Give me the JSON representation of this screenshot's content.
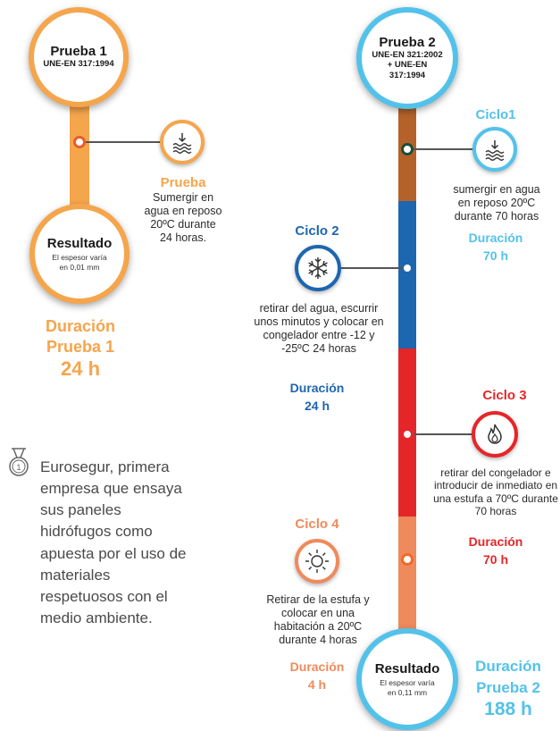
{
  "colors": {
    "orange": "#f5a54c",
    "blue": "#53c2ea",
    "brown": "#b5622a",
    "navy": "#1d66b0",
    "red": "#e52629",
    "salmon": "#ef8a5c",
    "darkgreen": "#1e4d3b"
  },
  "left": {
    "test_title": "Prueba 1",
    "test_norm": "UNE-EN 317:1994",
    "step_label": "Prueba",
    "step_text": "Sumergir en agua en reposo 20ºC durante 24 horas.",
    "result_title": "Resultado",
    "result_text": "El espesor varía en 0,01 mm",
    "duration_label": "Duración",
    "duration_sub": "Prueba 1",
    "duration_value": "24 h"
  },
  "right": {
    "test_title": "Prueba 2",
    "test_norm": "UNE-EN 321:2002 + UNE-EN 317:1994",
    "cycle1": {
      "label": "Ciclo1",
      "text": "sumergir en agua en reposo 20ºC durante 70 horas",
      "duration_label": "Duración",
      "duration_value": "70 h"
    },
    "cycle2": {
      "label": "Ciclo 2",
      "text": "retirar del agua, escurrir unos minutos y colocar en congelador entre -12 y -25ºC 24 horas",
      "duration_label": "Duración",
      "duration_value": "24 h"
    },
    "cycle3": {
      "label": "Ciclo 3",
      "text": "retirar del congelador e introducir de inmediato en una estufa a 70ºC durante 70 horas",
      "duration_label": "Duración",
      "duration_value": "70 h"
    },
    "cycle4": {
      "label": "Ciclo 4",
      "text": "Retirar de la estufa y colocar en una habitación a 20ºC durante 4 horas",
      "duration_label": "Duración",
      "duration_value": "4 h"
    },
    "result_title": "Resultado",
    "result_text": "El espesor varía en 0,11 mm",
    "duration_label": "Duración",
    "duration_sub": "Prueba 2",
    "duration_value": "188 h"
  },
  "note": {
    "icon": "medal-icon",
    "text": "Eurosegur, primera empresa que ensaya sus paneles hidrófugos como apuesta por el uso de materiales respetuosos con el medio ambiente."
  }
}
